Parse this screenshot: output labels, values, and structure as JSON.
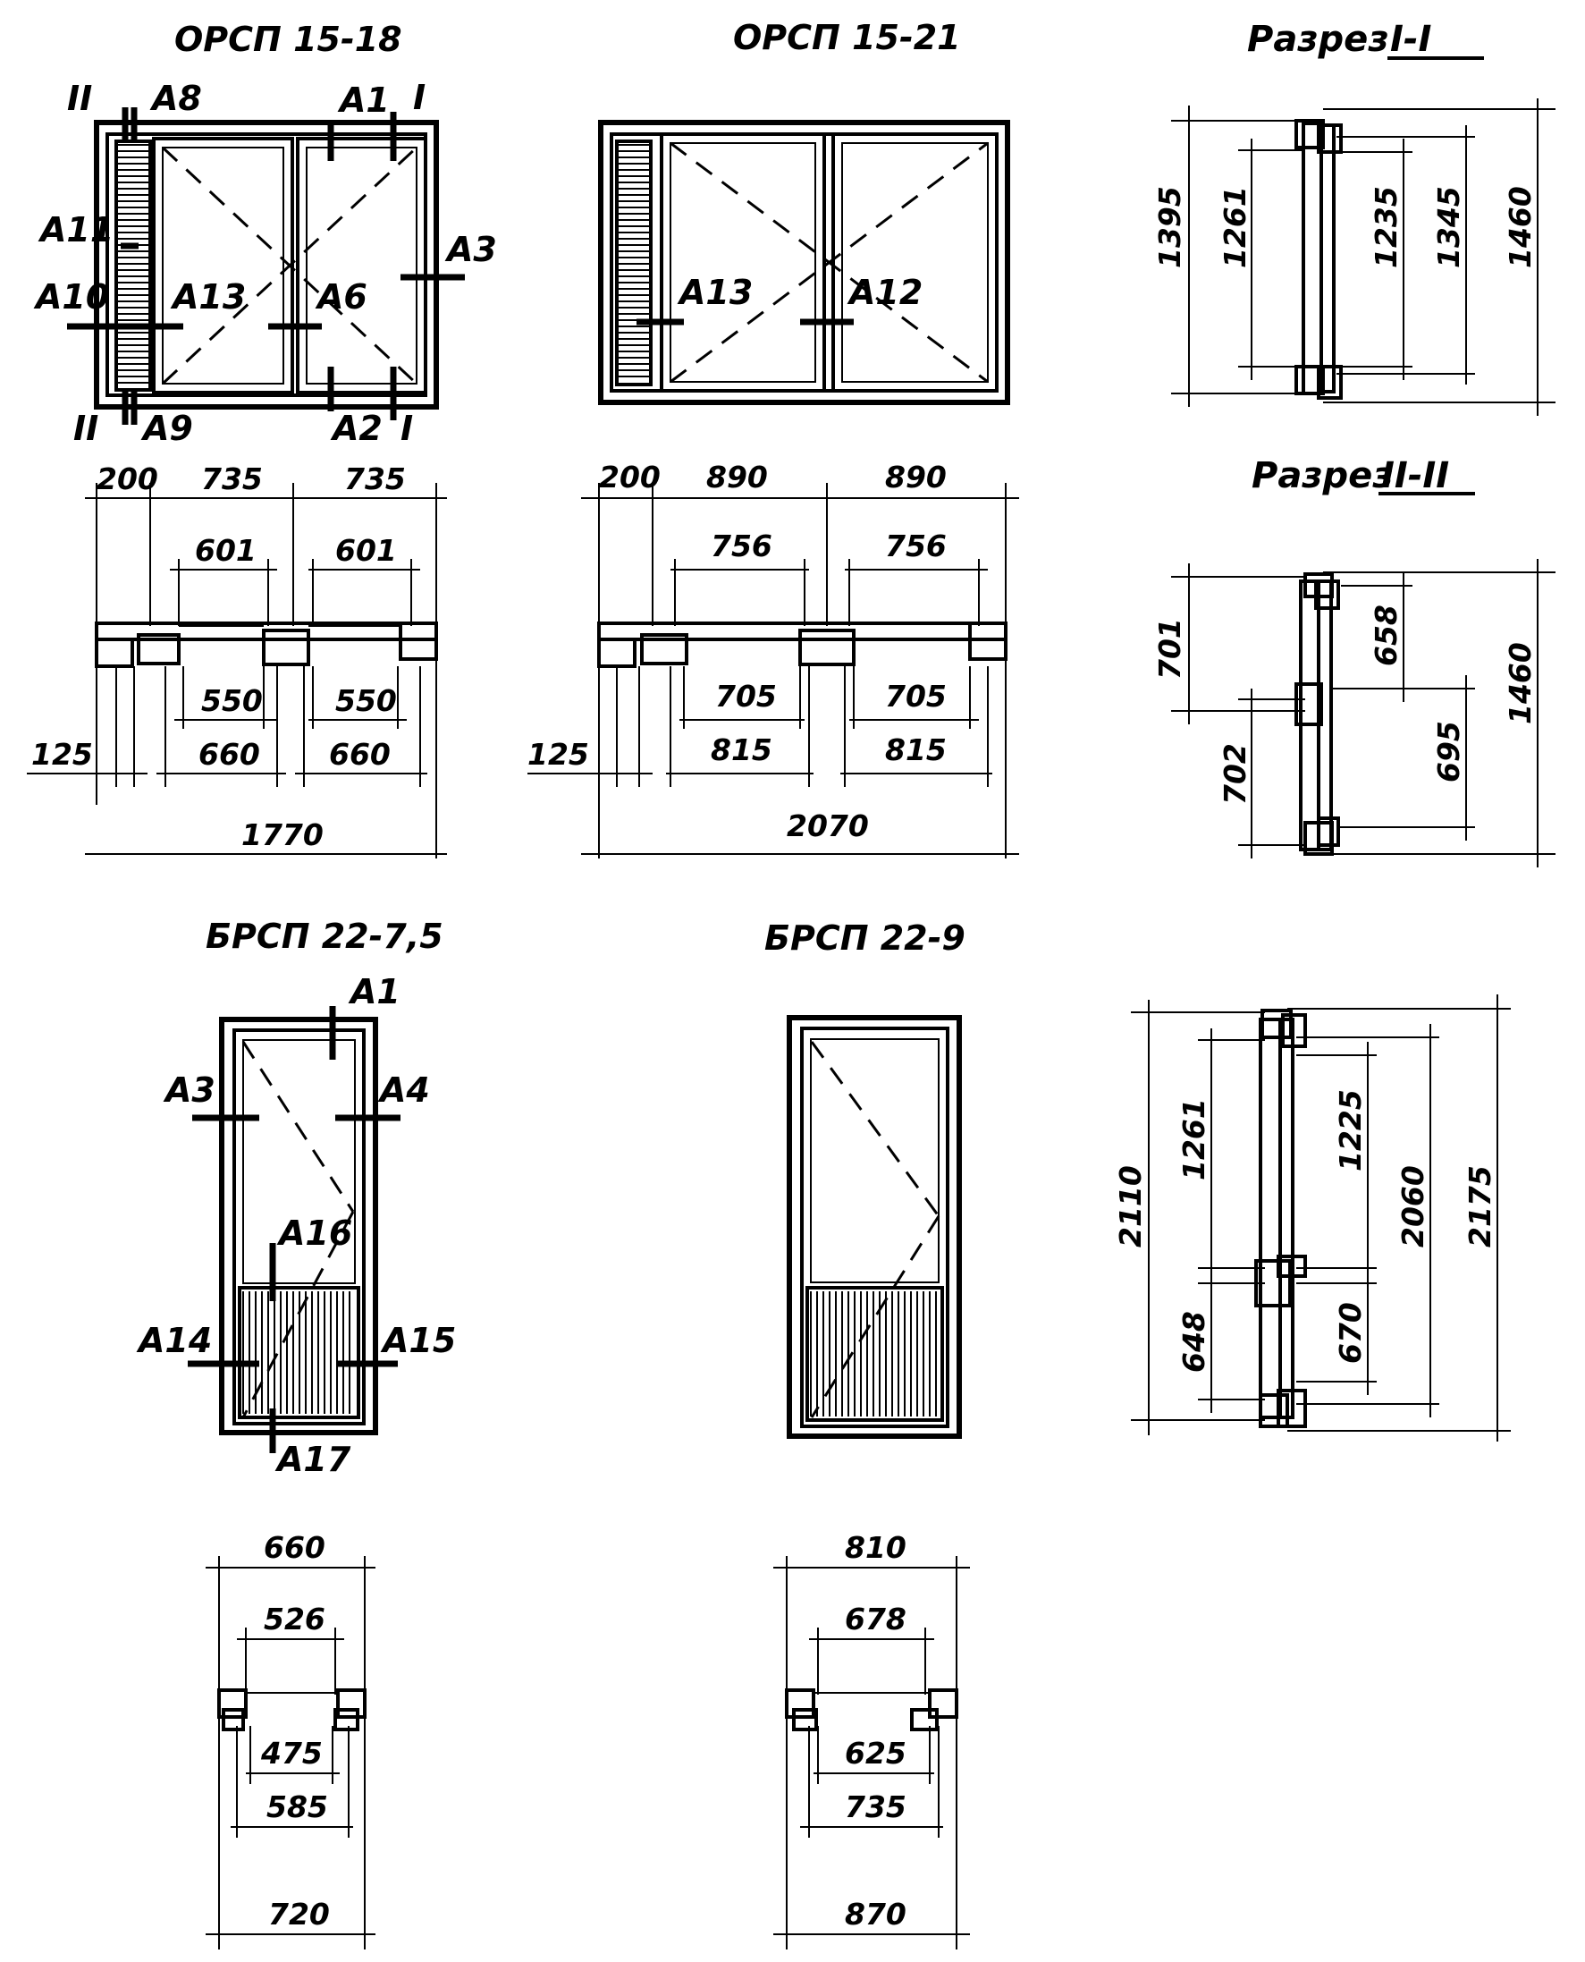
{
  "titles": {
    "orsp_15_18": "ОРСП 15-18",
    "orsp_15_21": "ОРСП 15-21",
    "section_1": "Разрез",
    "section_1_num": "I-I",
    "section_2": "Разрез",
    "section_2_num": "II-II",
    "brsp_22_75": "БРСП 22-7,5",
    "brsp_22_9": "БРСП 22-9"
  },
  "marks": {
    "w1": {
      "II_top": "II",
      "II_bot": "II",
      "I_top": "I",
      "I_bot": "I",
      "A8": "A8",
      "A1": "A1",
      "A11": "A11",
      "A3": "A3",
      "A10": "A10",
      "A13": "A13",
      "A6": "A6",
      "A9": "A9",
      "A2": "A2"
    },
    "w2": {
      "A13": "A13",
      "A12": "A12"
    },
    "d1": {
      "A1": "A1",
      "A3": "A3",
      "A4": "A4",
      "A16": "A16",
      "A14": "A14",
      "A15": "A15",
      "A17": "A17"
    }
  },
  "dims": {
    "w1_plan": {
      "d200": "200",
      "d735a": "735",
      "d735b": "735",
      "d601a": "601",
      "d601b": "601",
      "d550a": "550",
      "d550b": "550",
      "d660a": "660",
      "d660b": "660",
      "d125": "125",
      "d1770": "1770"
    },
    "w2_plan": {
      "d200": "200",
      "d890a": "890",
      "d890b": "890",
      "d756a": "756",
      "d756b": "756",
      "d705a": "705",
      "d705b": "705",
      "d815a": "815",
      "d815b": "815",
      "d125": "125",
      "d2070": "2070"
    },
    "sec1": {
      "d1395": "1395",
      "d1261": "1261",
      "d1235": "1235",
      "d1345": "1345",
      "d1460": "1460"
    },
    "sec2": {
      "d701": "701",
      "d658": "658",
      "d1460": "1460",
      "d702": "702",
      "d695": "695"
    },
    "sec3": {
      "d2110": "2110",
      "d1261": "1261",
      "d1225": "1225",
      "d2060": "2060",
      "d2175": "2175",
      "d648": "648",
      "d670": "670"
    },
    "d1_plan": {
      "d660": "660",
      "d526": "526",
      "d475": "475",
      "d585": "585",
      "d720": "720"
    },
    "d2_plan": {
      "d810": "810",
      "d678": "678",
      "d625": "625",
      "d735": "735",
      "d870": "870"
    }
  }
}
